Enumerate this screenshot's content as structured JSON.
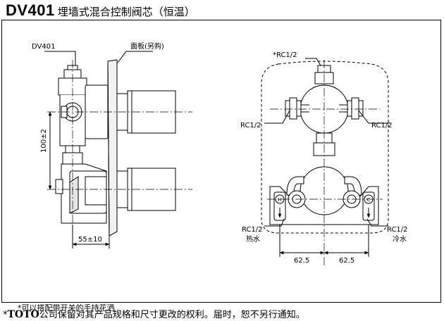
{
  "header": {
    "model": "DV401",
    "title": "埋墙式混合控制阀芯（恒温）"
  },
  "drawing": {
    "left_view": {
      "model_label": "DV401",
      "panel_label": "面板(另购)",
      "dim_vertical": "100±2",
      "dim_horizontal": "55±10"
    },
    "right_view": {
      "top_label": "*RC1/2",
      "left_label": "RC1/2",
      "right_label": "RC1/2",
      "hot_thread": "RC1/2",
      "hot_label": "热水",
      "cold_thread": "RC1/2",
      "cold_label": "冷水",
      "dim_left": "62.5",
      "dim_right": "62.5",
      "hot_marker": "H",
      "cold_marker": "C"
    },
    "footnote": "*可以搭配带开关的手持花洒"
  },
  "disclaimer": {
    "star": "*",
    "brand": "TOTO",
    "text": "公司保留对其产品规格和尺寸更改的权利。届时，恕不另行通知。"
  }
}
